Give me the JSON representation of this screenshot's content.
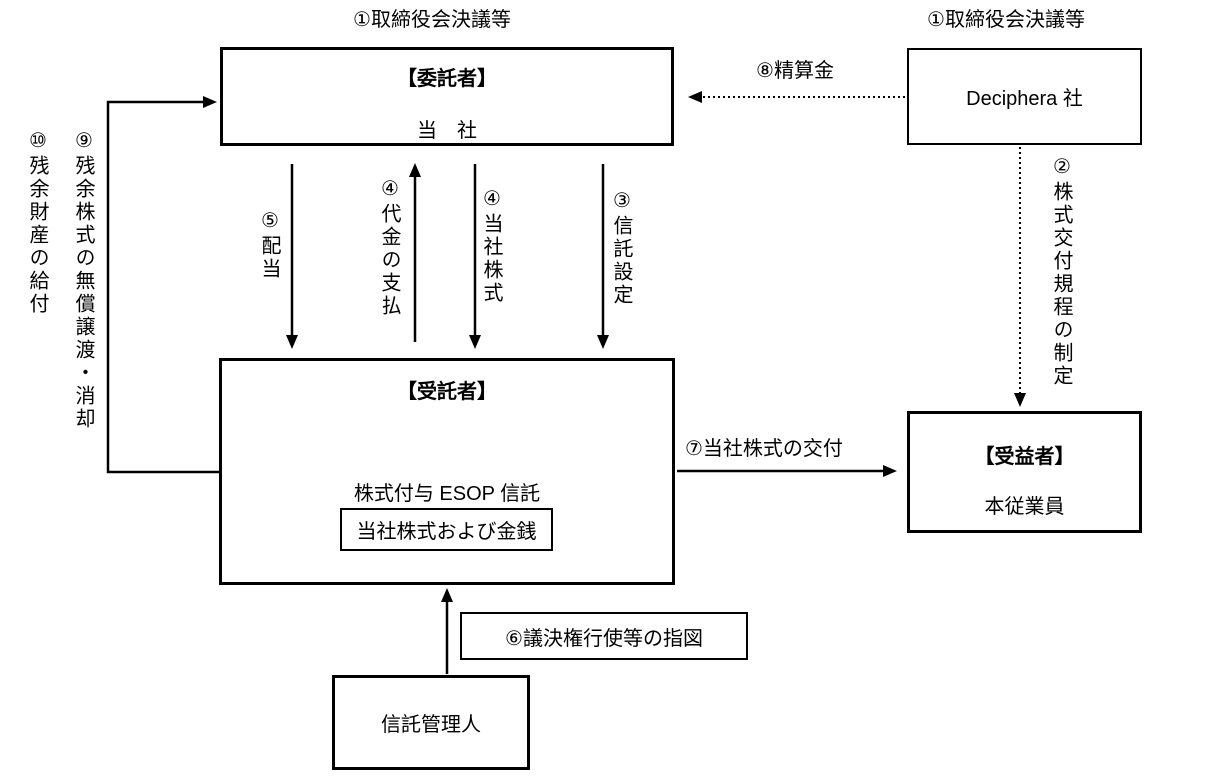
{
  "diagram": {
    "title_left": "①取締役会決議等",
    "title_right": "①取締役会決議等",
    "boxes": {
      "settlor": {
        "title": "【委託者】",
        "name": "当　社"
      },
      "deciphera": {
        "name": "Deciphera 社"
      },
      "trustee": {
        "title": "【受託者】",
        "name": "株式付与 ESOP 信託",
        "assets": "当社株式および金銭"
      },
      "beneficiary": {
        "title": "【受益者】",
        "name": "本従業員"
      },
      "trust_admin": {
        "name": "信託管理人"
      }
    },
    "flows": {
      "f2": "②株式交付規程の制定",
      "f3": "③信託設定",
      "f4_payment": "④代金の支払",
      "f4_shares": "④当社株式",
      "f5": "⑤配当",
      "f6": "⑥議決権行使等の指図",
      "f7": "⑦当社株式の交付",
      "f8": "⑧精算金",
      "f9": "⑨残余株式の無償譲渡・消却",
      "f10": "⑩残余財産の給付"
    },
    "colors": {
      "line": "#000000",
      "background": "#ffffff",
      "text": "#000000"
    }
  }
}
